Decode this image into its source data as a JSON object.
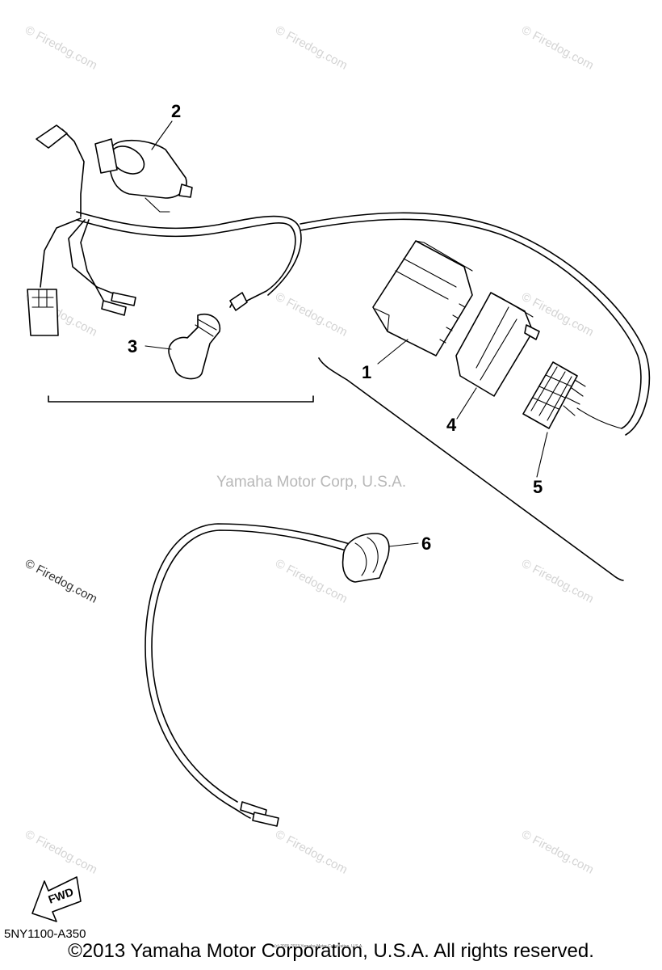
{
  "callouts": {
    "c1": "1",
    "c2": "2",
    "c3": "3",
    "c4": "4",
    "c5": "5",
    "c6": "6"
  },
  "watermarks": {
    "firedog": "© Firedog.com",
    "center": "Yamaha Motor Corp, U.S.A.",
    "tiny": "(c) 2005-2013 Yamaha Motor Corporation, U.S.A."
  },
  "fwd_label": "FWD",
  "diagram_ref": "5NY1100-A350",
  "copyright": "©2013 Yamaha Motor Corporation, U.S.A. All rights reserved."
}
